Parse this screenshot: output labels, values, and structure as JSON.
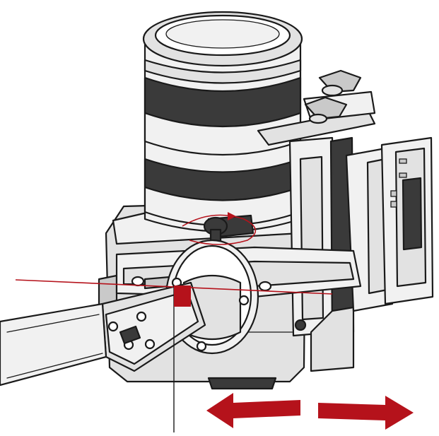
{
  "colors": {
    "accent": "#b5121b",
    "outline": "#1a1a1a",
    "fill_light": "#f1f1f1",
    "fill_mid": "#e2e2e2",
    "fill_dark": "#c9c9c9"
  },
  "annotations": {
    "rotation_indicator": "clockwise",
    "adjustment_arrows": [
      "left",
      "right"
    ]
  }
}
